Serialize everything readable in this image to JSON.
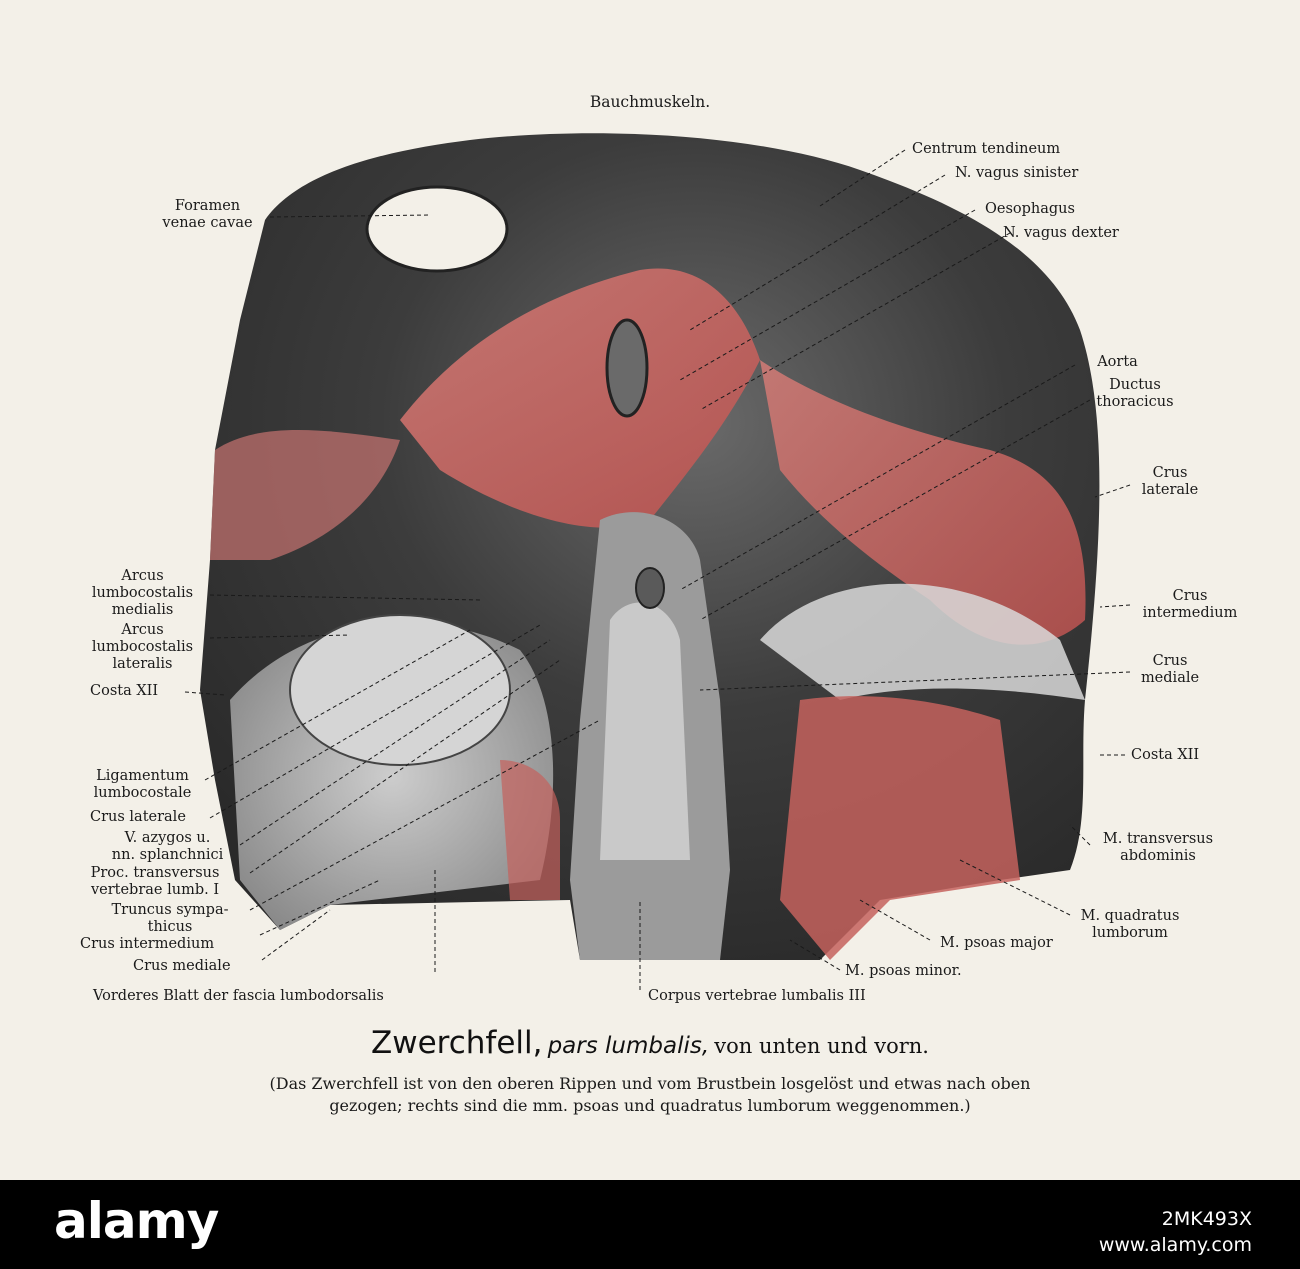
{
  "header": "Bauchmuskeln.",
  "labels": {
    "centrum_tendineum": "Centrum tendineum",
    "n_vagus_sinister": "N. vagus sinister",
    "oesophagus": "Oesophagus",
    "n_vagus_dexter": "N. vagus dexter",
    "foramen_venae_cavae": [
      "Foramen",
      "venae cavae"
    ],
    "aorta": "Aorta",
    "ductus_thoracicus": [
      "Ductus",
      "thoracicus"
    ],
    "crus_laterale_r": [
      "Crus",
      "laterale"
    ],
    "crus_intermedium_r": [
      "Crus",
      "intermedium"
    ],
    "crus_mediale_r": [
      "Crus",
      "mediale"
    ],
    "costa_xii_r": "Costa XII",
    "m_transversus": [
      "M. transversus",
      "abdominis"
    ],
    "m_quadratus": [
      "M. quadratus",
      "lumborum"
    ],
    "m_psoas_major": "M. psoas major",
    "m_psoas_minor": "M. psoas minor.",
    "corpus_vertebrae": "Corpus vertebrae lumbalis III",
    "arcus_medialis": [
      "Arcus",
      "lumbocostalis",
      "medialis"
    ],
    "arcus_lateralis": [
      "Arcus",
      "lumbocostalis",
      "lateralis"
    ],
    "costa_xii_l": "Costa XII",
    "ligamentum": [
      "Ligamentum",
      "lumbocostale"
    ],
    "crus_laterale_l": "Crus laterale",
    "v_azygos": [
      "V. azygos u.",
      "nn. splanchnici"
    ],
    "proc_transversus": [
      "Proc. transversus",
      "vertebrae lumb. I"
    ],
    "truncus": [
      "Truncus sympa-",
      "thicus"
    ],
    "crus_intermedium_l": "Crus intermedium",
    "crus_mediale_l": "Crus mediale",
    "vorderes_blatt": "Vorderes Blatt der fascia lumbodorsalis"
  },
  "title": {
    "main": "Zwerchfell,",
    "italic": "pars lumbalis,",
    "rest": "von unten und vorn."
  },
  "caption": [
    "(Das Zwerchfell ist von den oberen Rippen und vom Brustbein losgelöst und etwas nach oben",
    "gezogen; rechts sind die mm. psoas und quadratus lumborum weggenommen.)"
  ],
  "watermark": {
    "brand": "alamy",
    "image_id": "2MK493X",
    "url": "www.alamy.com"
  },
  "colors": {
    "paper": "#f3f0e8",
    "muscle": "#c4615d",
    "tendon_dark": "#3a3a3a",
    "tendon_light": "#bdbdbd"
  }
}
